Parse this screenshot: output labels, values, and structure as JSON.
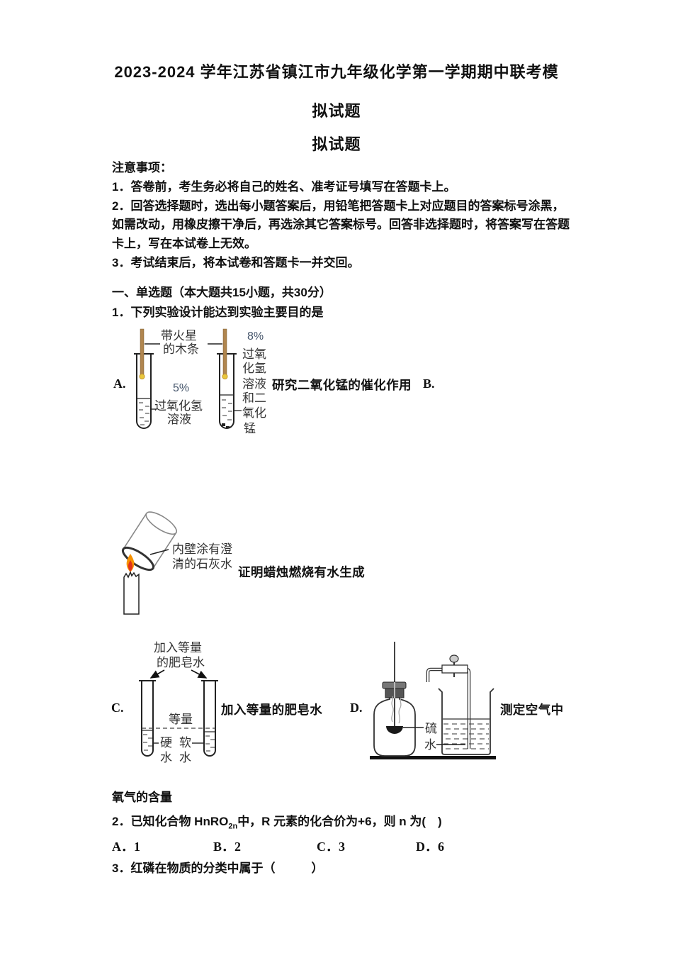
{
  "title": {
    "line1": "2023-2024 学年江苏省镇江市九年级化学第一学期期中联考模",
    "line2": "拟试题",
    "duplicate": "拟试题"
  },
  "notes": {
    "heading": "注意事项：",
    "lines": [
      "1．答卷前，考生务必将自己的姓名、准考证号填写在答题卡上。",
      "2．回答选择题时，选出每小题答案后，用铅笔把答题卡上对应题目的答案标号涂黑，",
      "如需改动，用橡皮擦干净后，再选涂其它答案标号。回答非选择题时，将答案写在答题",
      "卡上，写在本试卷上无效。",
      "3．考试结束后，将本试卷和答题卡一并交回。"
    ]
  },
  "section1": {
    "heading": "一、单选题（本大题共15小题，共30分）"
  },
  "q1": {
    "text": "1．下列实验设计能达到实验主要目的是",
    "options": {
      "A": {
        "label": "A.",
        "description": "研究二氧化锰的催化作用",
        "diagram": {
          "splint_label": [
            "带火星",
            "的木条"
          ],
          "left_concentration": "5%",
          "left_solution": [
            "过氧化氢",
            "溶液"
          ],
          "right_concentration": "8%",
          "right_solution": [
            "过氧",
            "化氢",
            "溶液",
            "和二",
            "氧化",
            "锰"
          ]
        }
      },
      "B": {
        "label": "B.",
        "description": "证明蜡烛燃烧有水生成",
        "diagram": {
          "cup_label": [
            "内壁涂有澄",
            "清的石灰水"
          ]
        }
      },
      "C": {
        "label": "C.",
        "description": "加入等量的肥皂水",
        "diagram": {
          "top_label": [
            "加入等量",
            "的肥皂水"
          ],
          "equal_label": "等量",
          "left_tube_label": [
            "硬",
            "水"
          ],
          "right_tube_label": [
            "软",
            "水"
          ]
        }
      },
      "D": {
        "label": "D.",
        "description": "测定空气中",
        "description_cont": "氧气的含量",
        "diagram": {
          "sulfur_label": "硫",
          "water_label": "水"
        }
      }
    }
  },
  "q2": {
    "prefix": "2．已知化合物 HnRO",
    "subscript": "2n",
    "suffix": "中，R 元素的化合价为+6，则 n 为(　)",
    "options": [
      "A．1",
      "B．2",
      "C．3",
      "D．6"
    ]
  },
  "q3": {
    "text": "3．红磷在物质的分类中属于（　　　）"
  },
  "colors": {
    "concentration_label": "#44546a",
    "splint_wood": "#b0854e",
    "splint_spark": "#e9c73d",
    "flame_outer": "#f79200",
    "flame_core": "#e2331a",
    "ink": "#111111"
  }
}
